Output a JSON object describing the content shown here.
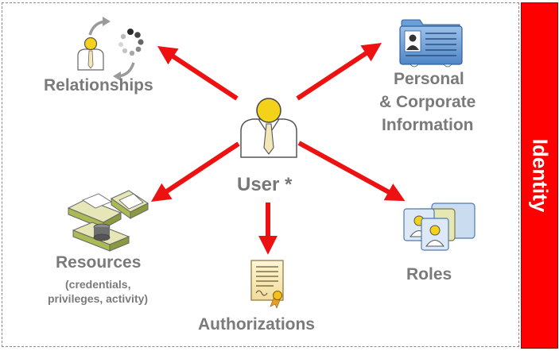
{
  "sidebar": {
    "label": "Identity"
  },
  "center": {
    "label": "User *"
  },
  "nodes": {
    "relationships": {
      "label": "Relationships"
    },
    "personal": {
      "line1": "Personal",
      "line2": "& Corporate",
      "line3": "Information"
    },
    "resources": {
      "label": "Resources",
      "sub1": "(credentials,",
      "sub2": "privileges, activity)"
    },
    "roles": {
      "label": "Roles"
    },
    "authorizations": {
      "label": "Authorizations"
    }
  },
  "colors": {
    "arrow": "#ee1111",
    "sidebar": "#ff0000",
    "text": "#7a7a7a",
    "user_head": "#f5d21a"
  },
  "icons": [
    "user-icon",
    "relationships-icon",
    "personal-info-card-icon",
    "resources-icon",
    "roles-icon",
    "certificate-icon"
  ]
}
